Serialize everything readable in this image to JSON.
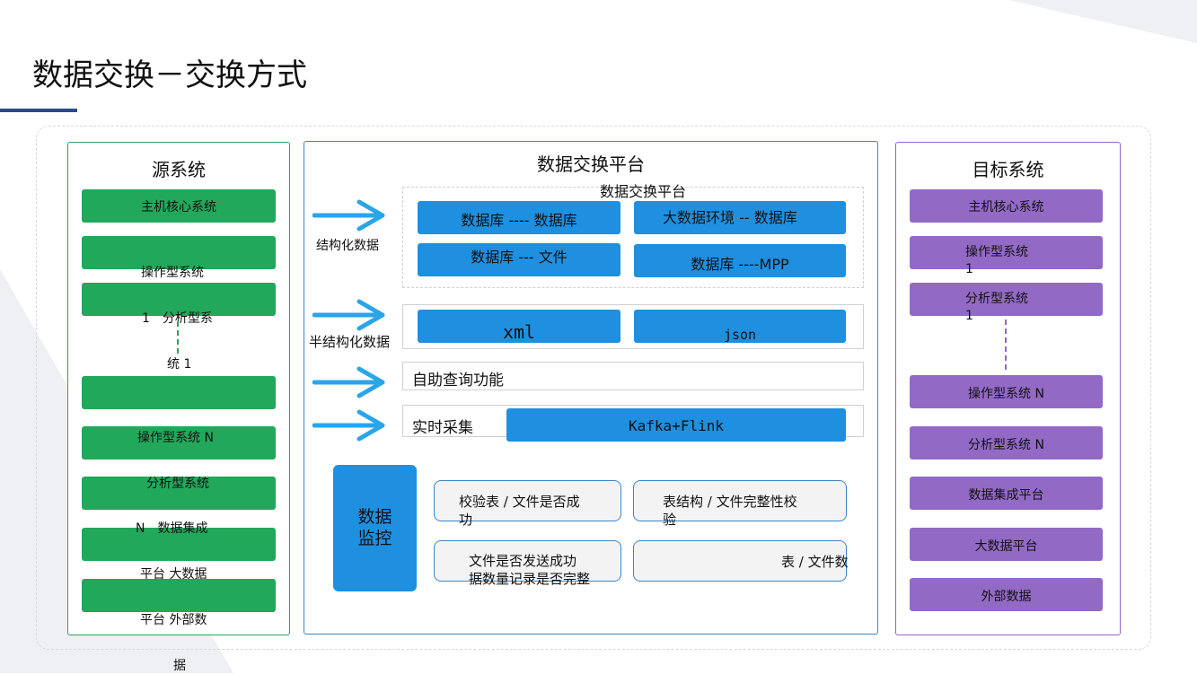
{
  "title": "数据交换－交换方式",
  "source": {
    "heading": "源系统",
    "blocks": [
      "主机核心系统",
      "",
      "",
      "",
      "",
      "",
      "",
      "",
      ""
    ],
    "overflow": [
      "操作型系统",
      "1　分析型系",
      "统 1",
      "操作型系统 N",
      "分析型系统",
      "N　数据集成",
      "平台 大数据",
      "平台 外部数",
      "据"
    ]
  },
  "platform": {
    "heading": "数据交换平台",
    "inner_heading": "数据交换平台",
    "structured": {
      "label": "结构化数据",
      "items": [
        "数据库 ---- 数据库",
        "大数据环境 -- 数据库",
        "数据库 --- 文件",
        "数据库 ----MPP"
      ]
    },
    "semi": {
      "label": "半结构化数据",
      "items": [
        "xml",
        "json"
      ]
    },
    "self_service": "自助查询功能",
    "realtime": {
      "label": "实时采集",
      "item": "Kafka+Flink"
    },
    "monitor": {
      "label": "数据\n监控",
      "checks": [
        "校验表 / 文件是否成\n功",
        "表结构 / 文件完整性校\n验",
        "文件是否发送成功\n据数量记录是否完整",
        "表 / 文件数"
      ]
    }
  },
  "target": {
    "heading": "目标系统",
    "blocks": [
      "主机核心系统",
      "操作型系统\n1",
      "分析型系统\n1",
      "操作型系统 N",
      "分析型系统 N",
      "数据集成平台",
      "大数据平台",
      "外部数据"
    ]
  },
  "colors": {
    "green": "#22a85a",
    "purple": "#9369c6",
    "blue": "#1f8fe0",
    "arrow": "#2aa5e8"
  }
}
